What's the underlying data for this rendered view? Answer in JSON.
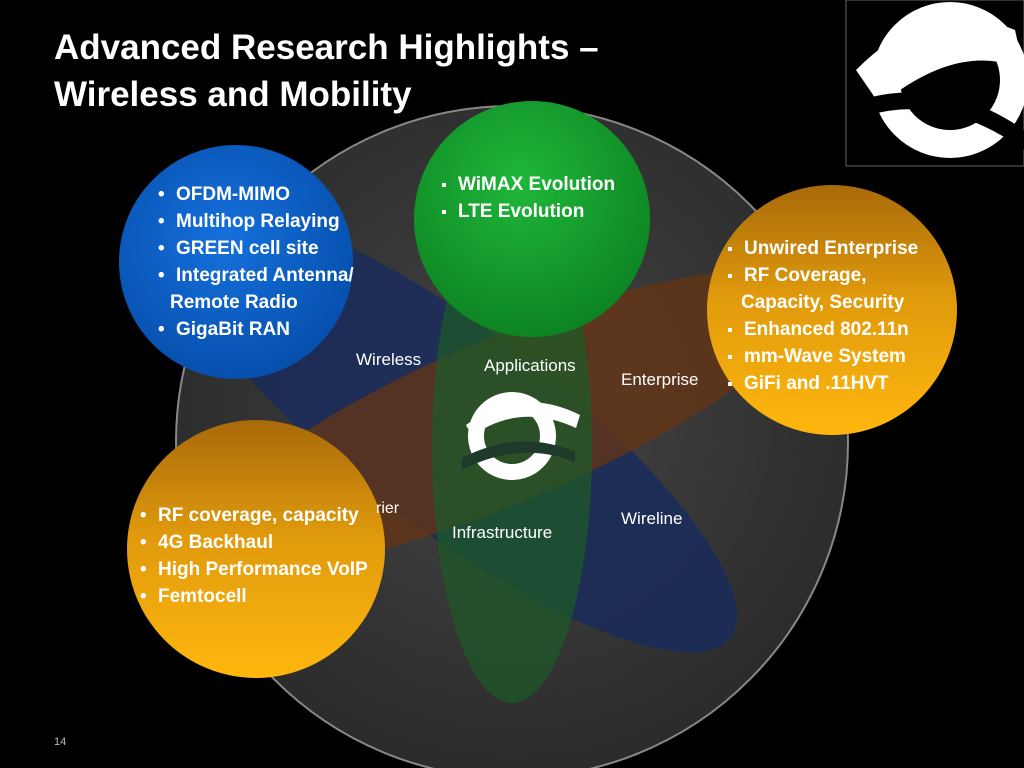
{
  "title": {
    "line1": "Advanced Research Highlights –",
    "line2": "Wireless and Mobility"
  },
  "diagram": {
    "ellipse_labels": {
      "wireless": "Wireless",
      "applications": "Applications",
      "enterprise": "Enterprise",
      "wireline": "Wireline",
      "infrastructure": "Infrastructure",
      "hidden_fragment": "rier"
    },
    "circles": {
      "wireless_circle": {
        "items": [
          "OFDM-MIMO",
          "Multihop Relaying",
          "GREEN cell site",
          "Integrated Antenna/",
          "Remote Radio",
          "GigaBit RAN"
        ]
      },
      "applications_circle": {
        "items": [
          "WiMAX Evolution",
          "LTE Evolution"
        ]
      },
      "enterprise_circle": {
        "items": [
          "Unwired Enterprise",
          "RF Coverage,",
          "Capacity, Security",
          "Enhanced 802.11n",
          "mm-Wave System",
          "GiFi and .11HVT"
        ]
      },
      "carrier_circle": {
        "items": [
          "RF coverage, capacity",
          "4G Backhaul",
          "High Performance VoIP",
          "Femtocell"
        ]
      }
    }
  },
  "colors": {
    "background": "#000000",
    "big_circle": "#3a3a3a",
    "blue_circle": "#0a5fc8",
    "green_circle": "#139a2a",
    "orange_circle": "#e8a00c",
    "logo": "#ffffff"
  },
  "icons": {
    "corner_logo": "globe-logo-icon",
    "center_logo": "globe-logo-icon"
  },
  "footer": {
    "slide_number": "14"
  }
}
